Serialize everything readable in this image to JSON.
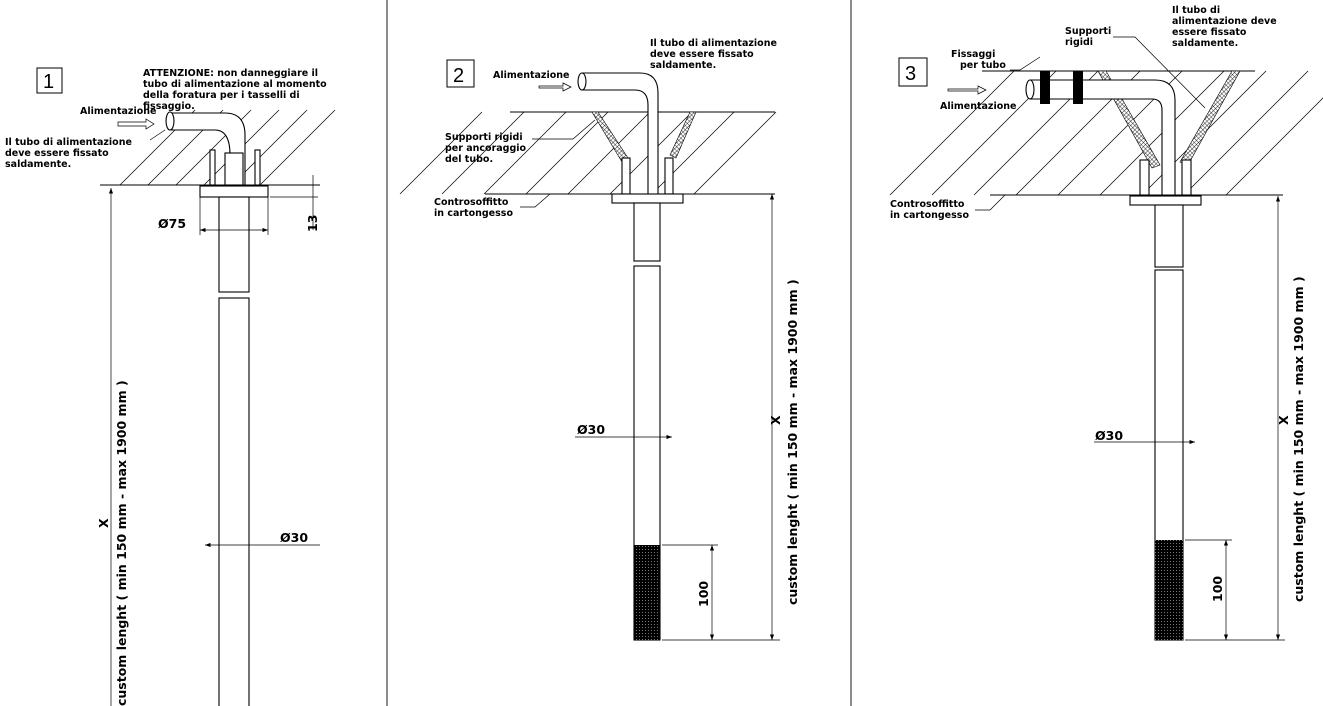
{
  "panels": [
    {
      "number": "1",
      "warning": [
        "ATTENZIONE: non danneggiare il",
        "tubo di alimentazione al momento",
        "della foratura per i tasselli di",
        "fissaggio."
      ],
      "feed_label": "Alimentazione",
      "secure_note": [
        "Il tubo di alimentazione",
        "deve essere fissato",
        "saldamente."
      ],
      "dim_flange_diameter": "Ø75",
      "dim_flange_height": "13",
      "dim_tube_diameter": "Ø30",
      "dim_length_x": "X",
      "dim_length_text": "custom lenght ( min 150 mm - max 1900 mm )"
    },
    {
      "number": "2",
      "feed_label": "Alimentazione",
      "secure_note": [
        "Il tubo di alimentazione",
        "deve essere fissato",
        "saldamente."
      ],
      "supports_note": [
        "Supporti rigidi",
        "per ancoraggio",
        "del tubo."
      ],
      "ceiling_note": [
        "Controsoffitto",
        "in cartongesso"
      ],
      "dim_tube_diameter": "Ø30",
      "dim_knurl": "100",
      "dim_length_x": "X",
      "dim_length_text": "custom lenght ( min 150 mm - max 1900 mm )"
    },
    {
      "number": "3",
      "feed_label": "Alimentazione",
      "fixings_note": [
        "Fissaggi",
        "per tubo"
      ],
      "supports_note": [
        "Supporti",
        "rigidi"
      ],
      "secure_note": [
        "Il tubo di",
        "alimentazione deve",
        "essere fissato",
        "saldamente."
      ],
      "ceiling_note": [
        "Controsoffitto",
        "in cartongesso"
      ],
      "dim_tube_diameter": "Ø30",
      "dim_knurl": "100",
      "dim_length_x": "X",
      "dim_length_text": "custom lenght ( min 150 mm - max 1900 mm )"
    }
  ]
}
